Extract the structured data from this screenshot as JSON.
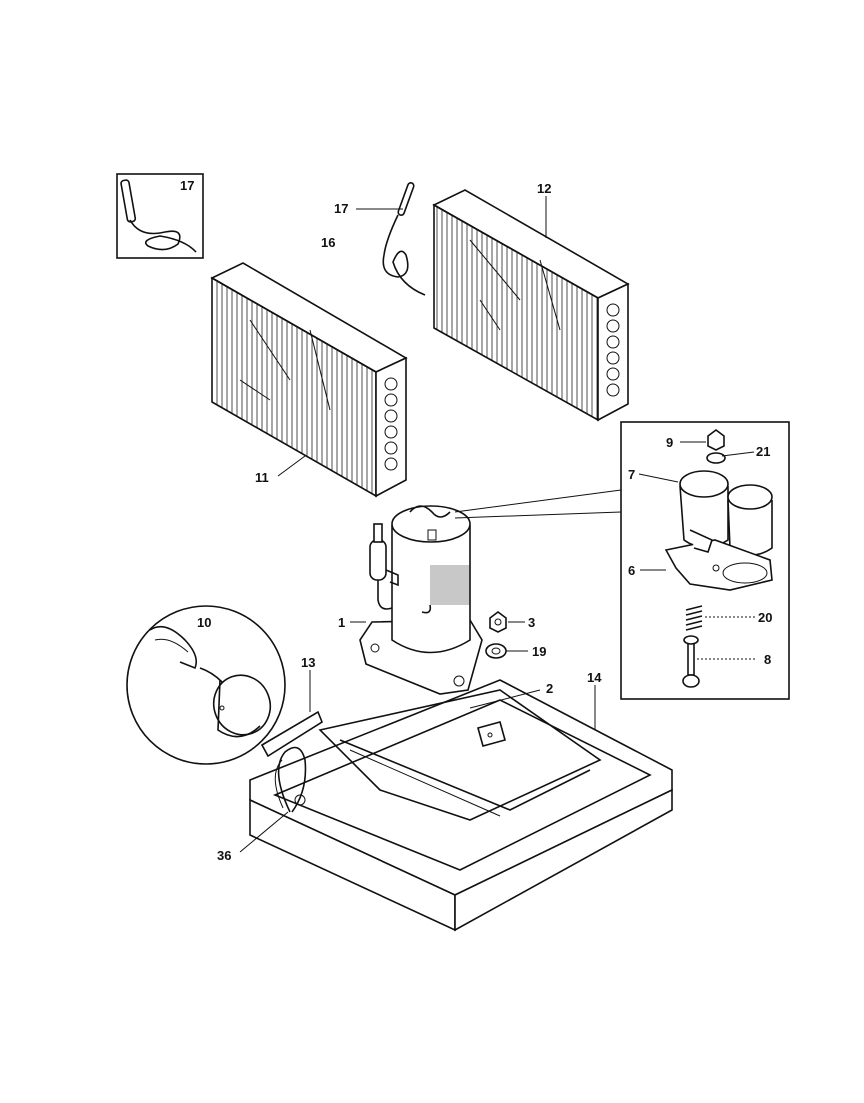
{
  "labels": {
    "c17_inset": "17",
    "c17": "17",
    "c16": "16",
    "c12": "12",
    "c11": "11",
    "c9": "9",
    "c21": "21",
    "c7": "7",
    "c6_upper": "6",
    "c20": "20",
    "c8": "8",
    "c1": "1",
    "c3": "3",
    "c19": "19",
    "c10": "10",
    "c13": "13",
    "c14": "14",
    "c2": "2",
    "c36": "36"
  }
}
